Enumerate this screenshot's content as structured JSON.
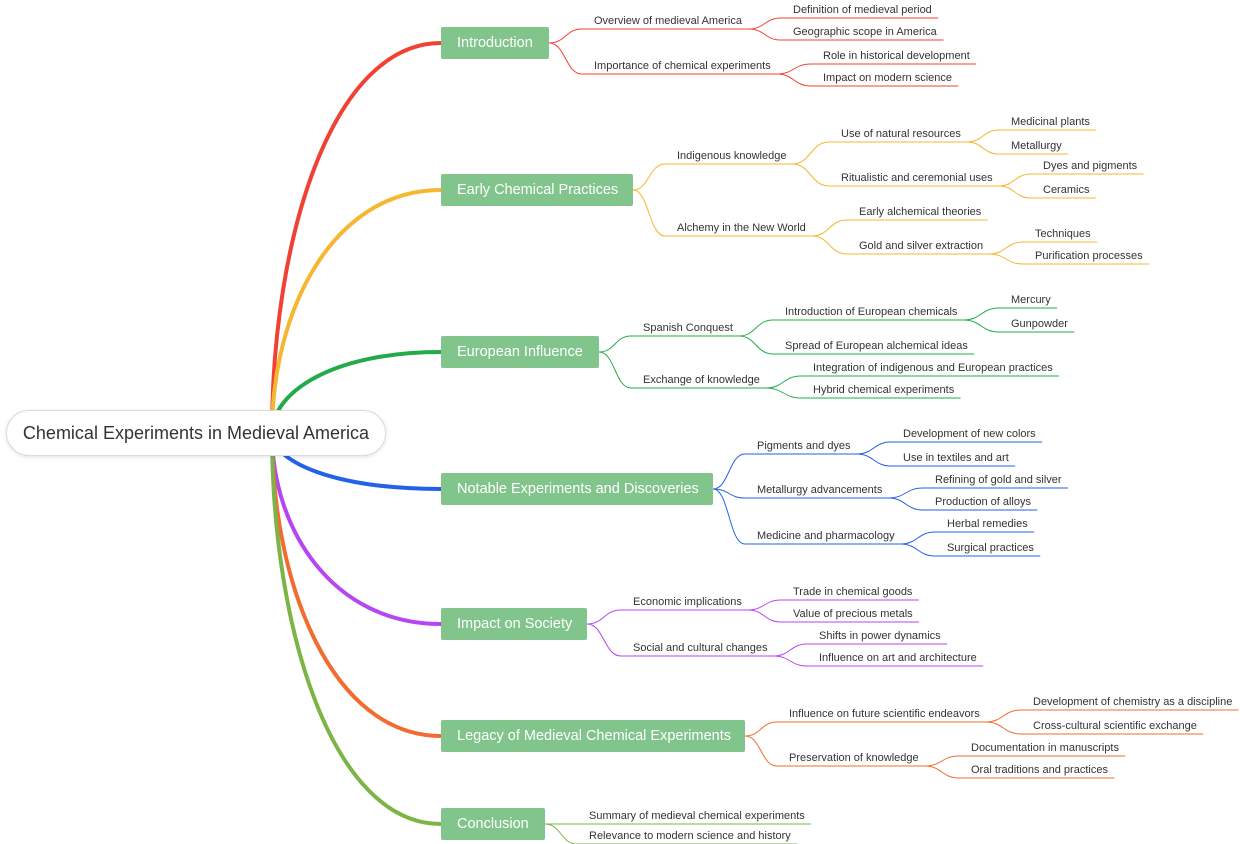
{
  "root": "Chemical Experiments in Medieval America",
  "branches": [
    {
      "label": "Introduction",
      "color": "#f04134",
      "children": [
        {
          "label": "Overview of medieval America",
          "children": [
            {
              "label": "Definition of medieval period"
            },
            {
              "label": "Geographic scope in America"
            }
          ]
        },
        {
          "label": "Importance of chemical experiments",
          "children": [
            {
              "label": "Role in historical development"
            },
            {
              "label": "Impact on modern science"
            }
          ]
        }
      ]
    },
    {
      "label": "Early Chemical Practices",
      "color": "#f5b731",
      "children": [
        {
          "label": "Indigenous knowledge",
          "children": [
            {
              "label": "Use of natural resources",
              "children": [
                {
                  "label": "Medicinal plants"
                },
                {
                  "label": "Metallurgy"
                }
              ]
            },
            {
              "label": "Ritualistic and ceremonial uses",
              "children": [
                {
                  "label": "Dyes and pigments"
                },
                {
                  "label": "Ceramics"
                }
              ]
            }
          ]
        },
        {
          "label": "Alchemy in the New World",
          "children": [
            {
              "label": "Early alchemical theories"
            },
            {
              "label": "Gold and silver extraction",
              "children": [
                {
                  "label": "Techniques"
                },
                {
                  "label": "Purification processes"
                }
              ]
            }
          ]
        }
      ]
    },
    {
      "label": "European Influence",
      "color": "#22ab48",
      "children": [
        {
          "label": "Spanish Conquest",
          "children": [
            {
              "label": "Introduction of European chemicals",
              "children": [
                {
                  "label": "Mercury"
                },
                {
                  "label": "Gunpowder"
                }
              ]
            },
            {
              "label": "Spread of European alchemical ideas"
            }
          ]
        },
        {
          "label": "Exchange of knowledge",
          "children": [
            {
              "label": "Integration of indigenous and European practices"
            },
            {
              "label": "Hybrid chemical experiments"
            }
          ]
        }
      ]
    },
    {
      "label": "Notable Experiments and Discoveries",
      "color": "#2362e6",
      "children": [
        {
          "label": "Pigments and dyes",
          "children": [
            {
              "label": "Development of new colors"
            },
            {
              "label": "Use in textiles and art"
            }
          ]
        },
        {
          "label": "Metallurgy advancements",
          "children": [
            {
              "label": "Refining of gold and silver"
            },
            {
              "label": "Production of alloys"
            }
          ]
        },
        {
          "label": "Medicine and pharmacology",
          "children": [
            {
              "label": "Herbal remedies"
            },
            {
              "label": "Surgical practices"
            }
          ]
        }
      ]
    },
    {
      "label": "Impact on Society",
      "color": "#b846f0",
      "children": [
        {
          "label": "Economic implications",
          "children": [
            {
              "label": "Trade in chemical goods"
            },
            {
              "label": "Value of precious metals"
            }
          ]
        },
        {
          "label": "Social and cultural changes",
          "children": [
            {
              "label": "Shifts in power dynamics"
            },
            {
              "label": "Influence on art and architecture"
            }
          ]
        }
      ]
    },
    {
      "label": "Legacy of Medieval Chemical Experiments",
      "color": "#f26c32",
      "children": [
        {
          "label": "Influence on future scientific endeavors",
          "children": [
            {
              "label": "Development of chemistry as a discipline"
            },
            {
              "label": "Cross-cultural scientific exchange"
            }
          ]
        },
        {
          "label": "Preservation of knowledge",
          "children": [
            {
              "label": "Documentation in manuscripts"
            },
            {
              "label": "Oral traditions and practices"
            }
          ]
        }
      ]
    },
    {
      "label": "Conclusion",
      "color": "#7db446",
      "children": [
        {
          "label": "Summary of medieval chemical experiments"
        },
        {
          "label": "Relevance to modern science and history"
        }
      ]
    }
  ]
}
